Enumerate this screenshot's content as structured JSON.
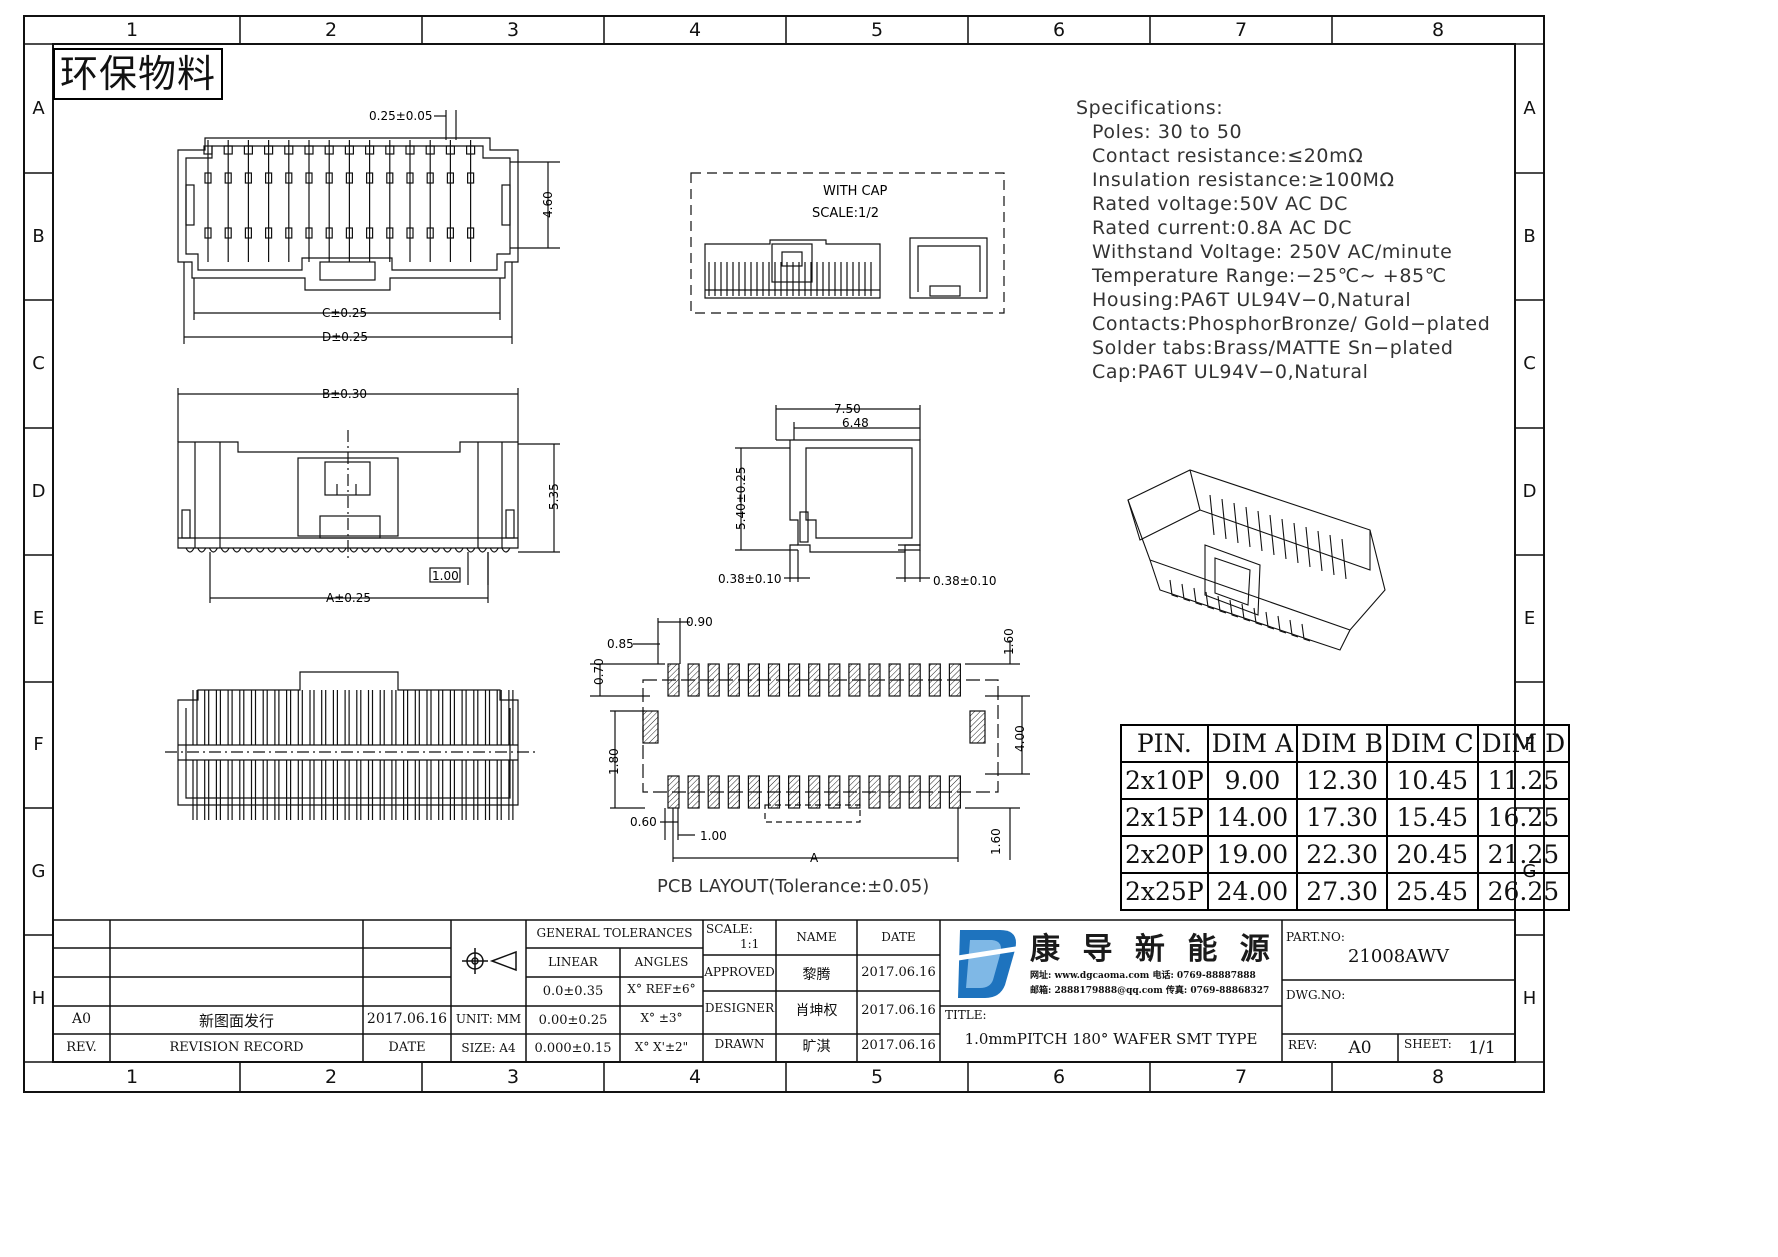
{
  "title_stamp": "环保物料",
  "grid": {
    "columns": [
      "1",
      "2",
      "3",
      "4",
      "5",
      "6",
      "7",
      "8"
    ],
    "rows": [
      "A",
      "B",
      "C",
      "D",
      "E",
      "F",
      "G",
      "H"
    ]
  },
  "specifications": {
    "heading": "Specifications:",
    "lines": [
      "Poles:  30  to  50",
      "Contact  resistance:≤20mΩ",
      "Insulation  resistance:≥100MΩ",
      "Rated  voltage:50V  AC  DC",
      "Rated  current:0.8A  AC  DC",
      "Withstand  Voltage: 250V  AC/minute",
      "Temperature  Range:−25℃∼  +85℃",
      "Housing:PA6T  UL94V−0,Natural",
      "Contacts:PhosphorBronze/  Gold−plated",
      "Solder  tabs:Brass/MATTE  Sn−plated",
      "Cap:PA6T  UL94V−0,Natural"
    ]
  },
  "top_view": {
    "dim_pin": "0.25±0.05",
    "dim_height": "4.60",
    "dim_c": "C±0.25",
    "dim_d": "D±0.25"
  },
  "cap_view": {
    "label_line1": "WITH  CAP",
    "label_line2": "SCALE:1/2"
  },
  "front_view": {
    "dim_b": "B±0.30",
    "dim_height": "5.35",
    "dim_pitch": "1.00",
    "dim_a": "A±0.25"
  },
  "side_view": {
    "dim_width": "7.50",
    "dim_inner": "6.48",
    "dim_height": "5.40±0.25",
    "dim_tab_left": "0.38±0.10",
    "dim_tab_right": "0.38±0.10"
  },
  "pcb_layout": {
    "dim_090": "0.90",
    "dim_085": "0.85",
    "dim_070": "0.70",
    "dim_180": "1.80",
    "dim_160_top": "1.60",
    "dim_400": "4.00",
    "dim_160_bottom": "1.60",
    "dim_060": "0.60",
    "dim_100": "1.00",
    "dim_a": "A",
    "caption": "PCB  LAYOUT(Tolerance:±0.05)"
  },
  "dim_table": {
    "headers": [
      "PIN.",
      "DIM A",
      "DIM B",
      "DIM C",
      "DIM D"
    ],
    "rows": [
      [
        "2x10P",
        "9.00",
        "12.30",
        "10.45",
        "11.25"
      ],
      [
        "2x15P",
        "14.00",
        "17.30",
        "15.45",
        "16.25"
      ],
      [
        "2x20P",
        "19.00",
        "22.30",
        "20.45",
        "21.25"
      ],
      [
        "2x25P",
        "24.00",
        "27.30",
        "25.45",
        "26.25"
      ]
    ]
  },
  "title_block": {
    "rev_label": "REV.",
    "revision_record_label": "REVISION RECORD",
    "date_label": "DATE",
    "rev_value": "A0",
    "revision_value": "新图面发行",
    "revision_date": "2017.06.16",
    "unit": "UNIT: MM",
    "size": "SIZE: A4",
    "general_tolerances": "GENERAL TOLERANCES",
    "linear": "LINEAR",
    "angles": "ANGLES",
    "tol_linear": [
      "0.0±0.35",
      "0.00±0.25",
      "0.000±0.15"
    ],
    "tol_angles": [
      "X° REF±6°",
      "X° ±3°",
      "X° X'±2\""
    ],
    "scale_label": "SCALE:",
    "scale_value": "1:1",
    "name_label": "NAME",
    "date_col_label": "DATE",
    "approved_label": "APPROVED",
    "approved_name": "黎腾",
    "approved_date": "2017.06.16",
    "designer_label": "DESIGNER",
    "designer_name": "肖坤权",
    "designer_date": "2017.06.16",
    "drawn_label": "DRAWN",
    "drawn_name": "旷淇",
    "drawn_date": "2017.06.16",
    "company_name": "康 导 新 能 源",
    "company_contact_1": "网址: www.dgcaoma.com  电话: 0769-88887888",
    "company_contact_2": "邮箱: 2888179888@qq.com  传真: 0769-88868327",
    "title_label": "TITLE:",
    "title_value": "1.0mmPITCH 180° WAFER SMT TYPE",
    "part_no_label": "PART.NO:",
    "part_no_value": "21008AWV",
    "dwg_no_label": "DWG.NO:",
    "rev_label_right": "REV:",
    "rev_value_right": "A0",
    "sheet_label": "SHEET:",
    "sheet_value": "1/1"
  },
  "colors": {
    "line": "#111111",
    "logo_blue": "#1e73be",
    "logo_light": "#7fb8e6"
  }
}
